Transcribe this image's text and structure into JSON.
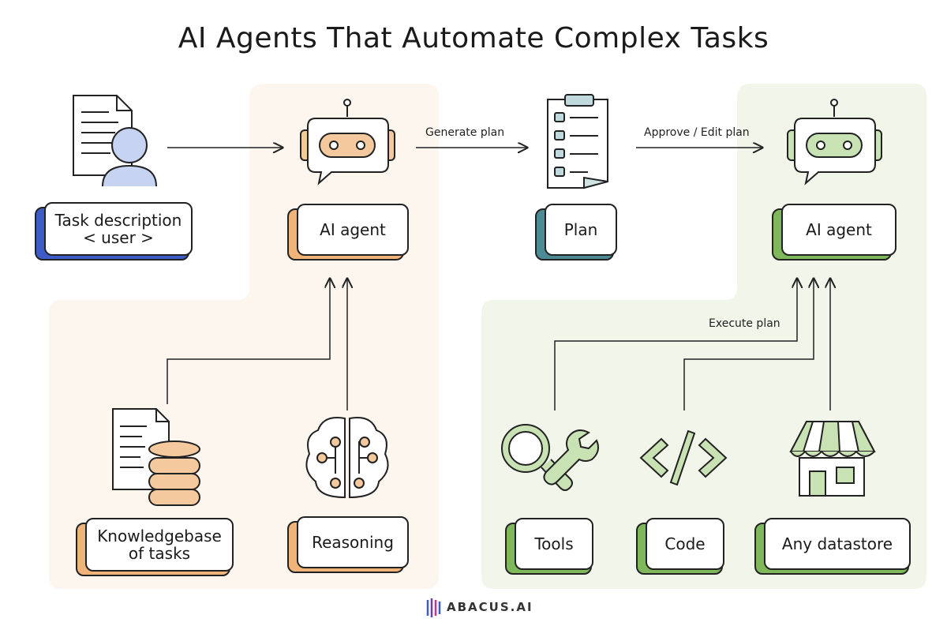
{
  "title": "AI Agents That Automate Complex Tasks",
  "colors": {
    "orange_panel": "#fcf6ef",
    "green_panel": "#f1f5ea",
    "orange": "#f4c99e",
    "green": "#c9e2b4",
    "blue": "#3e5cc8",
    "teal": "#5a9ba3",
    "stroke": "#222222"
  },
  "nodes": {
    "task_description": {
      "line1": "Task description",
      "line2": "< user >",
      "icon": "document-user-icon"
    },
    "ai_agent_1": {
      "label": "AI agent",
      "icon": "robot-chat-icon"
    },
    "plan": {
      "label": "Plan",
      "icon": "checklist-clipboard-icon"
    },
    "ai_agent_2": {
      "label": "AI agent",
      "icon": "robot-chat-icon"
    },
    "knowledgebase": {
      "line1": "Knowledgebase",
      "line2": "of tasks",
      "icon": "document-database-icon"
    },
    "reasoning": {
      "label": "Reasoning",
      "icon": "brain-circuit-icon"
    },
    "tools": {
      "label": "Tools",
      "icon": "magnifier-wrench-icon"
    },
    "code": {
      "label": "Code",
      "icon": "code-brackets-icon"
    },
    "datastore": {
      "label": "Any datastore",
      "icon": "storefront-icon"
    }
  },
  "edges": {
    "generate_plan": "Generate plan",
    "approve_edit_plan": "Approve / Edit plan",
    "execute_plan": "Execute plan"
  },
  "logo": {
    "text": "ABACUS.AI"
  }
}
